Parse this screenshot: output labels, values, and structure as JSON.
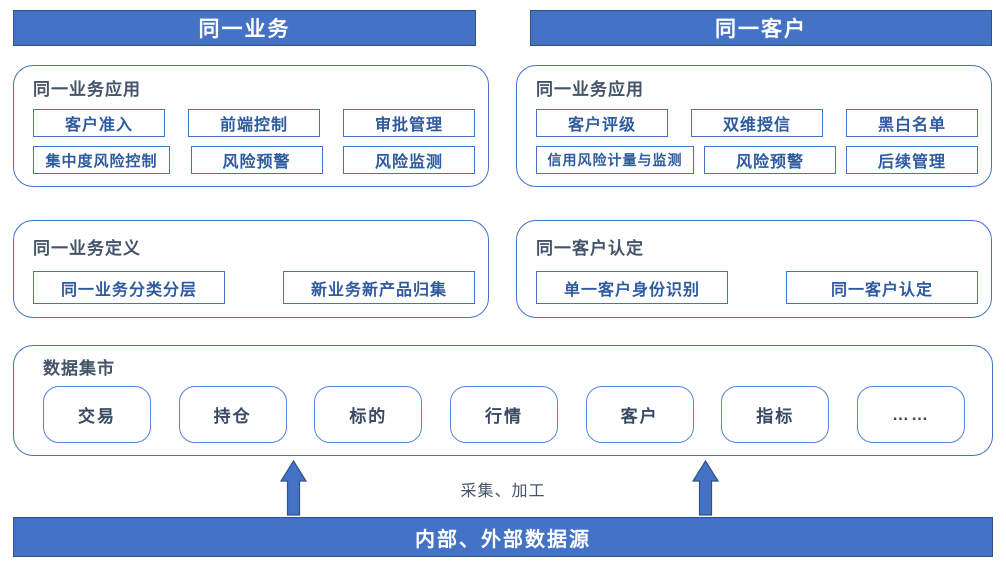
{
  "colors": {
    "primary_blue": "#4472C4",
    "dark_blue_border": "#2F528F",
    "panel_border": "#4472C4",
    "title_text": "#44546A",
    "item_text": "#2E5B9F",
    "header_text": "#FFFFFF"
  },
  "left_column": {
    "header": "同一业务",
    "app_section": {
      "title": "同一业务应用",
      "items": [
        "客户准入",
        "前端控制",
        "审批管理",
        "集中度风险控制",
        "风险预警",
        "风险监测"
      ]
    },
    "definition_section": {
      "title": "同一业务定义",
      "items": [
        "同一业务分类分层",
        "新业务新产品归集"
      ]
    }
  },
  "right_column": {
    "header": "同一客户",
    "app_section": {
      "title": "同一业务应用",
      "items": [
        "客户评级",
        "双维授信",
        "黑白名单",
        "信用风险计量与监测",
        "风险预警",
        "后续管理"
      ]
    },
    "definition_section": {
      "title": "同一客户认定",
      "items": [
        "单一客户身份识别",
        "同一客户认定"
      ]
    }
  },
  "data_mart": {
    "title": "数据集市",
    "items": [
      "交易",
      "持仓",
      "标的",
      "行情",
      "客户",
      "指标",
      "……"
    ]
  },
  "etl": {
    "label": "采集、加工"
  },
  "data_source": {
    "label": "内部、外部数据源"
  }
}
